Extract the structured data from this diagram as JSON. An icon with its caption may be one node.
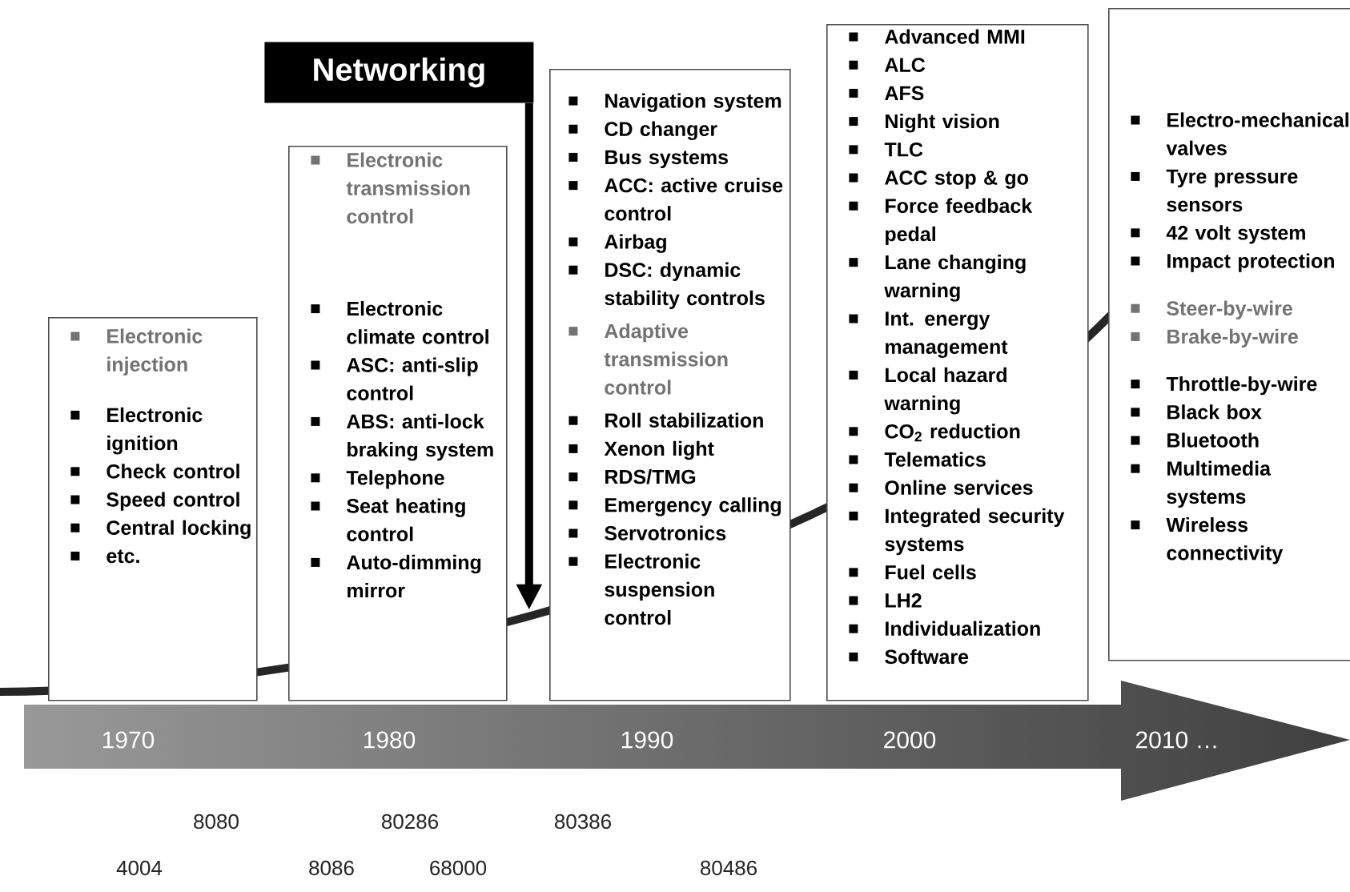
{
  "diagram": {
    "nodes": [
      {
        "text": [
          "Electronic injection",
          "Electronic ignition",
          "Check control",
          "Speed control",
          "Central locking",
          "etc."
        ]
      },
      {
        "text": [
          "Electronic transmission control",
          "Electronic climate control",
          "ASC: anti-slip control",
          "ABS: anti-lock braking system",
          "Telephone",
          "Seat heating control",
          "Auto-dimming mirror"
        ]
      },
      {
        "text": [
          "Navigation system",
          "CD changer",
          "Bus systems",
          "ACC: active cruise control",
          "Airbag",
          "DSC: dynamic stability controls",
          "Adaptive transmission control",
          "Roll stabilization",
          "Xenon light",
          "RDS/TMG",
          "Emergency calling",
          "Servotronics",
          "Electronic suspension control"
        ]
      },
      {
        "text": [
          "Advanced MMI",
          "ALC",
          "AFS",
          "Night vision",
          "TLC",
          "ACC stop & go",
          "Force feedback pedal",
          "Lane changing warning",
          "Int. energy management",
          "Local hazard warning",
          "CO$_{2}$ reduction",
          "Telematics",
          "Online services",
          "Integrated security systems",
          "Fuel cells",
          "LH2",
          "Individualization",
          "Software"
        ]
      },
      {
        "text": [
          "Electro-mechanical valves",
          "Tyre pressure sensors",
          "42 volt system",
          "Impact protection",
          "Steer-by-wire",
          "Brake-by-wire",
          "Throttle-by-wire",
          "Black box",
          "Bluetooth",
          "Multimedia systems",
          "Wireless connectivity"
        ]
      },
      {
        "text": [
          "Networking"
        ]
      }
    ],
    "edges": [
      {
        "from": 5,
        "to": 1,
        "arrow": "to"
      }
    ],
    "labels": [
      "1970",
      "1980",
      "1990",
      "2000",
      "2010 …",
      "8080",
      "80286",
      "80386",
      "4004",
      "8086",
      "68000",
      "80486"
    ]
  }
}
